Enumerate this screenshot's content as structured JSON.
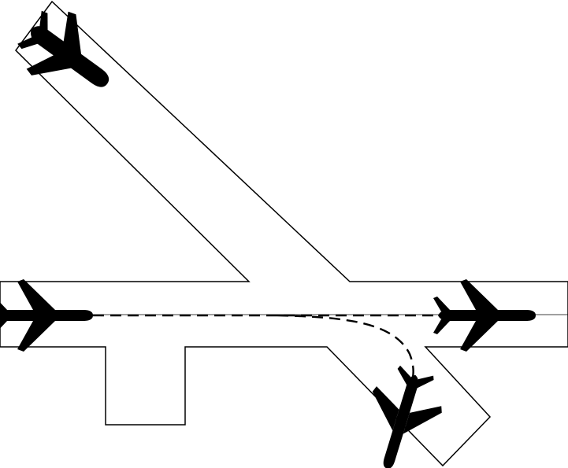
{
  "colors": {
    "background": "#ffffff",
    "outline": "#000000",
    "aircraft_light": "#ffffff",
    "aircraft_dark": "#000000"
  },
  "aircraft": [
    {
      "id": "dark-aircraft",
      "fill": "dark",
      "heading": "southeast"
    },
    {
      "id": "left-aircraft",
      "fill": "light",
      "heading": "east"
    },
    {
      "id": "right-aircraft",
      "fill": "light",
      "heading": "east"
    },
    {
      "id": "turning-aircraft",
      "fill": "light",
      "heading": "south-southwest"
    }
  ],
  "paths": [
    {
      "id": "straight-taxi-path",
      "style": "dashed"
    },
    {
      "id": "turning-taxi-path",
      "style": "dashed"
    }
  ]
}
